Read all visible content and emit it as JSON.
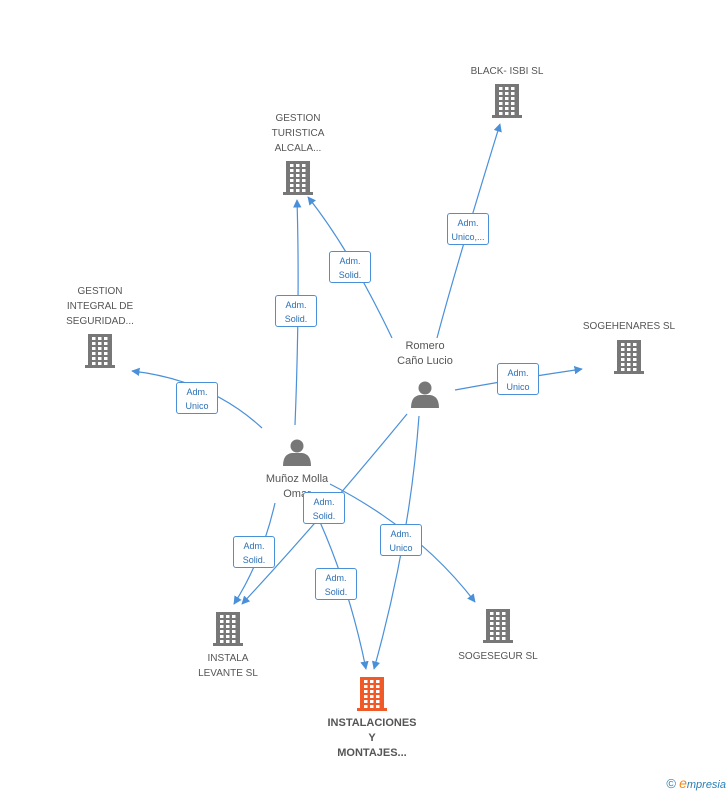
{
  "companies": [
    {
      "id": "gestion_turistica",
      "lines": [
        "GESTION",
        "TURISTICA",
        "ALCALA..."
      ],
      "color": "#777777"
    },
    {
      "id": "black_isbi",
      "lines": [
        "BLACK- ISBI SL"
      ],
      "color": "#777777"
    },
    {
      "id": "gestion_integral",
      "lines": [
        "GESTION",
        "INTEGRAL DE",
        "SEGURIDAD..."
      ],
      "color": "#777777"
    },
    {
      "id": "sogehenares",
      "lines": [
        "SOGEHENARES SL"
      ],
      "color": "#777777"
    },
    {
      "id": "instala_levante",
      "lines": [
        "INSTALA",
        "LEVANTE SL"
      ],
      "color": "#777777"
    },
    {
      "id": "sogesegur",
      "lines": [
        "SOGESEGUR SL"
      ],
      "color": "#777777"
    },
    {
      "id": "instalaciones",
      "lines": [
        "INSTALACIONES",
        "Y",
        "MONTAJES..."
      ],
      "color": "#f05a28",
      "main": true
    }
  ],
  "persons": [
    {
      "id": "romero",
      "lines": [
        "Romero",
        "Caño Lucio"
      ]
    },
    {
      "id": "munoz",
      "lines": [
        "Muñoz Molla",
        "Omar"
      ]
    }
  ],
  "relations": [
    {
      "id": "r1",
      "lines": [
        "Adm.",
        "Unico,..."
      ]
    },
    {
      "id": "r2",
      "lines": [
        "Adm.",
        "Solid."
      ]
    },
    {
      "id": "r3",
      "lines": [
        "Adm.",
        "Solid."
      ]
    },
    {
      "id": "r4",
      "lines": [
        "Adm.",
        "Unico"
      ]
    },
    {
      "id": "r5",
      "lines": [
        "Adm.",
        "Unico"
      ]
    },
    {
      "id": "r6",
      "lines": [
        "Adm.",
        "Solid."
      ]
    },
    {
      "id": "r7",
      "lines": [
        "Adm.",
        "Solid."
      ]
    },
    {
      "id": "r8",
      "lines": [
        "Adm.",
        "Solid."
      ]
    },
    {
      "id": "r9",
      "lines": [
        "Adm.",
        "Unico"
      ]
    }
  ],
  "colors": {
    "edge": "#4a90d9",
    "building": "#777777",
    "main_building": "#f05a28",
    "person": "#777777"
  },
  "footer": {
    "copyright": "©",
    "brand_initial": "e",
    "brand_rest": "mpresia"
  }
}
